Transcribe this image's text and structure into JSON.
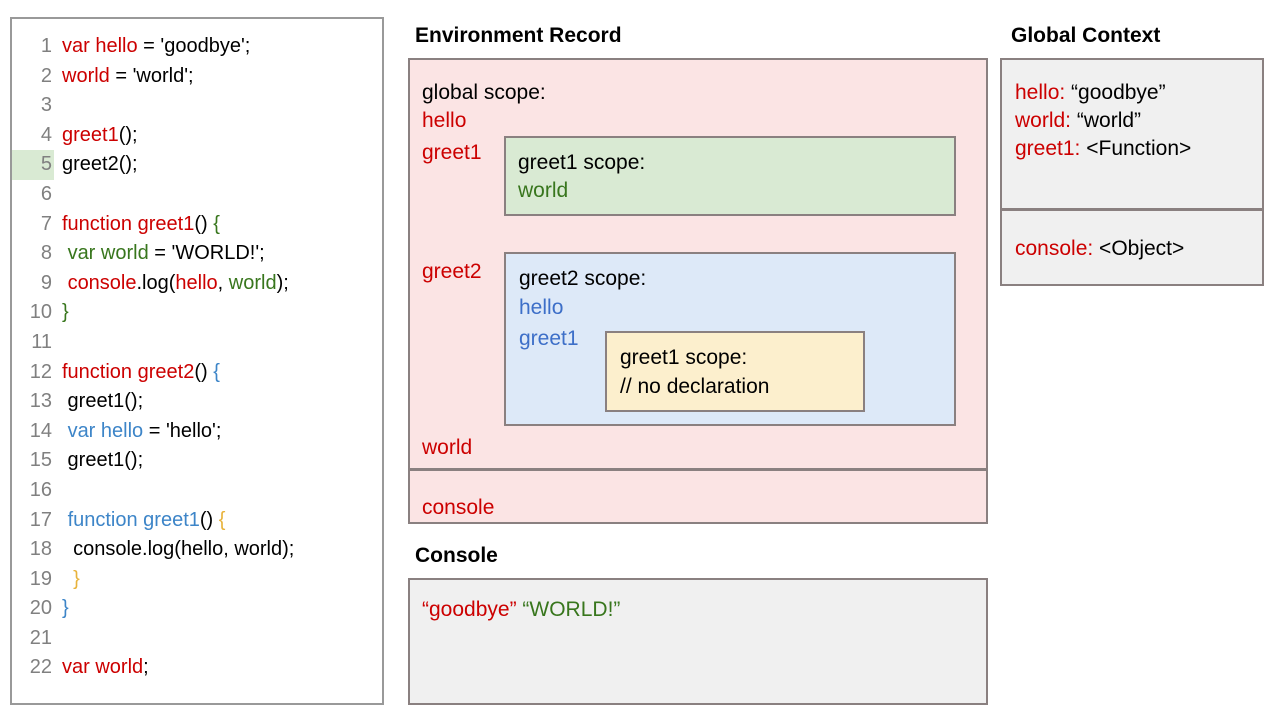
{
  "code_panel": {
    "lines": [
      {
        "n": "1",
        "highlight": false,
        "tokens": [
          {
            "t": "var hello",
            "c": "red"
          },
          {
            "t": " = 'goodbye';",
            "c": "black"
          }
        ]
      },
      {
        "n": "2",
        "highlight": false,
        "tokens": [
          {
            "t": "world",
            "c": "red"
          },
          {
            "t": " = 'world';",
            "c": "black"
          }
        ]
      },
      {
        "n": "3",
        "highlight": false,
        "tokens": []
      },
      {
        "n": "4",
        "highlight": false,
        "tokens": [
          {
            "t": "greet1",
            "c": "red"
          },
          {
            "t": "();",
            "c": "black"
          }
        ]
      },
      {
        "n": "5",
        "highlight": true,
        "tokens": [
          {
            "t": "greet2();",
            "c": "black"
          }
        ]
      },
      {
        "n": "6",
        "highlight": false,
        "tokens": []
      },
      {
        "n": "7",
        "highlight": false,
        "tokens": [
          {
            "t": "function greet1",
            "c": "red"
          },
          {
            "t": "() ",
            "c": "black"
          },
          {
            "t": "{",
            "c": "green"
          }
        ]
      },
      {
        "n": "8",
        "highlight": false,
        "tokens": [
          {
            "t": " ",
            "c": "black"
          },
          {
            "t": "var world",
            "c": "green"
          },
          {
            "t": " = 'WORLD!';",
            "c": "black"
          }
        ]
      },
      {
        "n": "9",
        "highlight": false,
        "tokens": [
          {
            "t": " ",
            "c": "black"
          },
          {
            "t": "console",
            "c": "red"
          },
          {
            "t": ".log(",
            "c": "black"
          },
          {
            "t": "hello",
            "c": "red"
          },
          {
            "t": ", ",
            "c": "black"
          },
          {
            "t": "world",
            "c": "green"
          },
          {
            "t": ");",
            "c": "black"
          }
        ]
      },
      {
        "n": "10",
        "highlight": false,
        "tokens": [
          {
            "t": "}",
            "c": "green"
          }
        ]
      },
      {
        "n": "11",
        "highlight": false,
        "tokens": []
      },
      {
        "n": "12",
        "highlight": false,
        "tokens": [
          {
            "t": "function greet2",
            "c": "red"
          },
          {
            "t": "() ",
            "c": "black"
          },
          {
            "t": "{",
            "c": "blue"
          }
        ]
      },
      {
        "n": "13",
        "highlight": false,
        "tokens": [
          {
            "t": " greet1();",
            "c": "black"
          }
        ]
      },
      {
        "n": "14",
        "highlight": false,
        "tokens": [
          {
            "t": " ",
            "c": "black"
          },
          {
            "t": "var hello",
            "c": "blue"
          },
          {
            "t": " = 'hello';",
            "c": "black"
          }
        ]
      },
      {
        "n": "15",
        "highlight": false,
        "tokens": [
          {
            "t": " greet1();",
            "c": "black"
          }
        ]
      },
      {
        "n": "16",
        "highlight": false,
        "tokens": []
      },
      {
        "n": "17",
        "highlight": false,
        "tokens": [
          {
            "t": " ",
            "c": "black"
          },
          {
            "t": "function greet1",
            "c": "blue"
          },
          {
            "t": "() ",
            "c": "black"
          },
          {
            "t": "{",
            "c": "yellow"
          }
        ]
      },
      {
        "n": "18",
        "highlight": false,
        "tokens": [
          {
            "t": "  console.log(hello, world);",
            "c": "black"
          }
        ]
      },
      {
        "n": "19",
        "highlight": false,
        "tokens": [
          {
            "t": "  ",
            "c": "black"
          },
          {
            "t": "}",
            "c": "yellow"
          }
        ]
      },
      {
        "n": "20",
        "highlight": false,
        "tokens": [
          {
            "t": "}",
            "c": "blue"
          }
        ]
      },
      {
        "n": "21",
        "highlight": false,
        "tokens": []
      },
      {
        "n": "22",
        "highlight": false,
        "tokens": [
          {
            "t": "var world",
            "c": "red"
          },
          {
            "t": ";",
            "c": "black"
          }
        ]
      }
    ]
  },
  "environment_record": {
    "title": "Environment Record",
    "global_scope_label": "global scope:",
    "global_bindings": [
      "hello",
      "greet1",
      "greet2",
      "world"
    ],
    "console_binding": "console",
    "greet1_scope": {
      "title": "greet1 scope:",
      "bindings": [
        "world"
      ]
    },
    "greet2_scope": {
      "title": "greet2 scope:",
      "bindings": [
        "hello",
        "greet1"
      ]
    },
    "inner_greet1_scope": {
      "title": "greet1 scope:",
      "note": "// no declaration"
    }
  },
  "global_context": {
    "title": "Global Context",
    "entries": [
      {
        "key": "hello:",
        "value": " “goodbye”"
      },
      {
        "key": "world:",
        "value": " “world”"
      },
      {
        "key": "greet1:",
        "value": " <Function>"
      }
    ],
    "console_entry": {
      "key": "console:",
      "value": " <Object>"
    }
  },
  "console": {
    "title": "Console",
    "output": [
      {
        "text": "“goodbye”",
        "color": "red"
      },
      {
        "text": " ",
        "color": "black"
      },
      {
        "text": "“WORLD!”",
        "color": "green"
      }
    ]
  },
  "colors": {
    "red": "#cc0000",
    "green": "#38761d",
    "blue": "#3d85c8",
    "yellow": "#e8b33c",
    "pink_bg": "#fbe4e4",
    "green_bg": "#d9ead3",
    "blue_bg": "#dde9f8",
    "yellow_bg": "#fcefcd",
    "gray_bg": "#f0f0f0",
    "border": "#8a8080"
  }
}
